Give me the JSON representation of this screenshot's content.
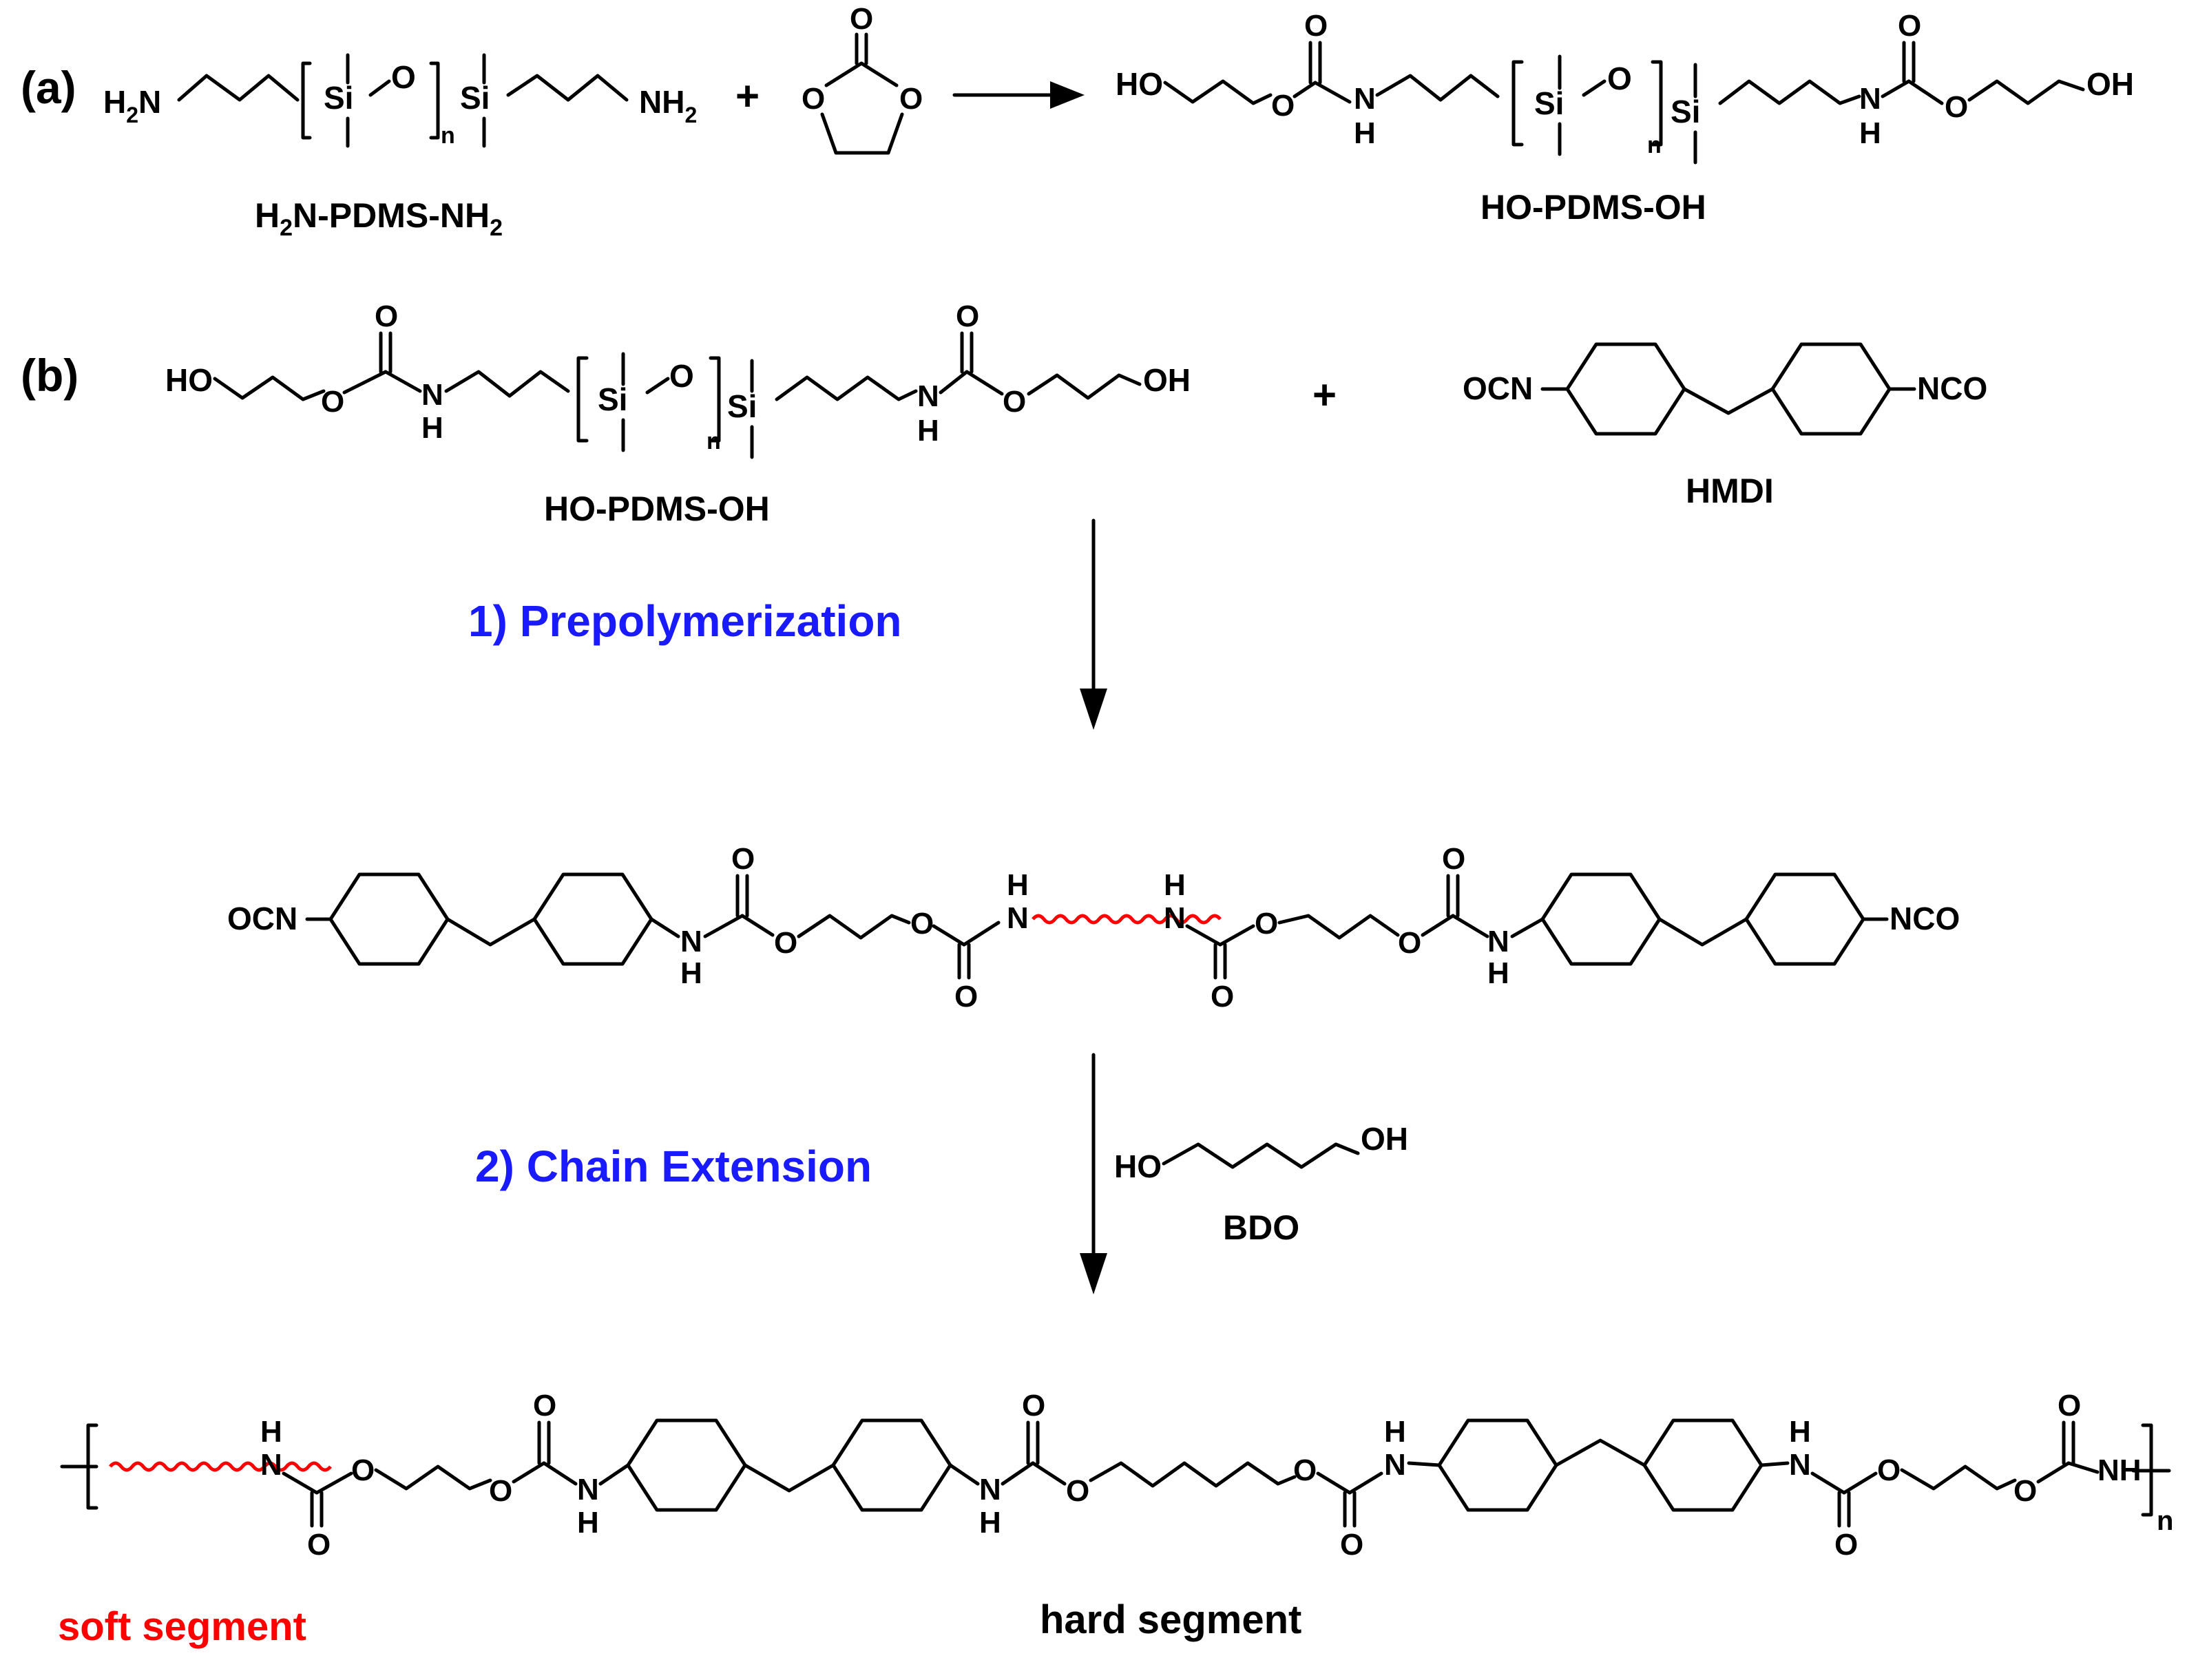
{
  "panels": {
    "a": "(a)",
    "b": "(b)"
  },
  "compounds": {
    "amine_pdms": "H2N-PDMS-NH2",
    "hydroxy_pdms": "HO-PDMS-OH",
    "hmdi": "HMDI",
    "bdo": "BDO"
  },
  "steps": {
    "step1": "1) Prepolymerization",
    "step2": "2) Chain Extension"
  },
  "segments": {
    "soft": "soft segment",
    "hard": "hard segment"
  },
  "atom_labels": {
    "h2n": "H2N",
    "nh2": "NH2",
    "ho": "HO",
    "oh": "OH",
    "o": "O",
    "n": "N",
    "h": "H",
    "nh": "NH",
    "si": "Si",
    "ocn": "OCN",
    "nco": "NCO",
    "repeat_n": "n",
    "plus": "+"
  },
  "colors": {
    "step_label": "#1a1aff",
    "soft_segment": "#ff0000",
    "structure": "#000000"
  }
}
